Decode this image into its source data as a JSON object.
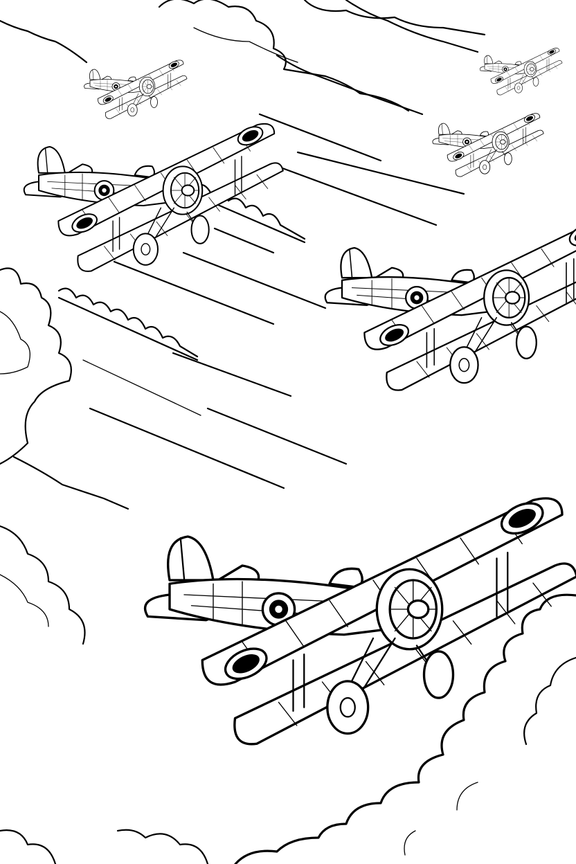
{
  "illustration": {
    "style": "black-and-white line art coloring page",
    "ink_color": "#000000",
    "paper_color": "#ffffff",
    "subject": [
      "biplane",
      "biplane",
      "biplane",
      "biplane",
      "biplane",
      "biplane",
      "cloud",
      "smoke-trail",
      "speed-streak"
    ],
    "aircraft_count": 6,
    "roundel_marking": "roundel"
  }
}
